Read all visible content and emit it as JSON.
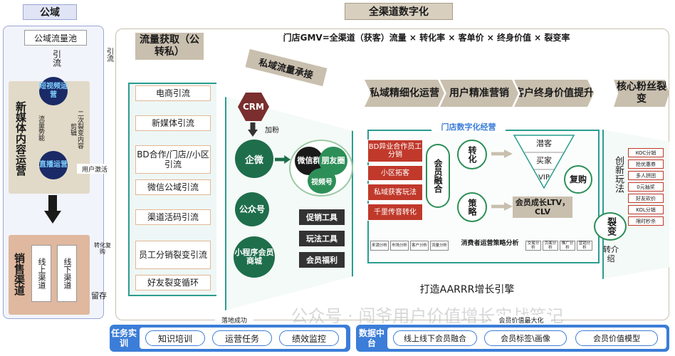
{
  "public_domain": {
    "title": "公域",
    "pool": "公域流量池",
    "yinliu": "引流",
    "short_video": "短视频运营",
    "new_media": "新媒体内容运营",
    "flow": "流量势能",
    "second_edit": "二次裂变内容剪辑",
    "live": "直播运营",
    "sales": "销售渠道",
    "online": "线上渠道",
    "offline": "线下渠道"
  },
  "header": {
    "title": "全渠道数字化",
    "formula": "门店GMV=全渠道（获客）流量 × 转化率 × 客单价 × 终身价值 × 裂变率",
    "side_yinliu": "引流"
  },
  "stages": {
    "acquire": "流量获取（公转私）",
    "private": "私域流量承接",
    "s1": "私域精细化运营",
    "s2": "用户精准营销",
    "s3": "客户终身价值提升",
    "s4": "核心粉丝裂变"
  },
  "channels": [
    "电商引流",
    "新媒体引流",
    "BD合作/门店//小区引流",
    "微信公域引流",
    "渠道活码引流",
    "员工分销裂变引流",
    "好友裂变循环"
  ],
  "arrow_labels": {
    "user_activate": "用户激活",
    "convert_buy": "转化复购",
    "retain": "留存",
    "jia_fen": "加粉"
  },
  "crm": {
    "crm": "CRM",
    "qiwei": "企微",
    "gongzhong": "公众号",
    "miniapp": "小程序会员商城",
    "wx_group": "微信群",
    "moments": "朋友圈",
    "video": "视频号"
  },
  "tools": [
    "促销工具",
    "玩法工具",
    "会员福利"
  ],
  "store": {
    "title": "门店数字化经营",
    "red": [
      "BD异业合作员工分销",
      "小区拓客",
      "私域获客玩法",
      "千里传音转化"
    ],
    "member_fusion": "会员融合",
    "convert": "转化",
    "strategy": "策略",
    "member_growth": "会员成长LTV，CLV",
    "funnel": [
      "潜客",
      "买家",
      "VIP"
    ],
    "repurchase": "复购",
    "consumer_analysis": "消费者运营策略分析",
    "small": [
      "来源分析",
      "市场分析",
      "客户分析",
      "流量分析",
      "交易分析",
      "页面分析",
      "推广分析",
      "营销分析"
    ]
  },
  "innovation": {
    "title": "创新玩法",
    "items": [
      "KOC分销",
      "抢优惠券",
      "多人拼团",
      "0元抽奖",
      "好友砍价",
      "KOL分销",
      "限时秒杀"
    ],
    "fission": "裂变",
    "referral": "转介绍"
  },
  "engine": "打造AARRR增长引擎",
  "watermark": "公众号 · 闯爷用户价值增长实战笔记",
  "footer": {
    "task": "任务实训",
    "task_items": [
      "知识培训",
      "运营任务",
      "绩效监控"
    ],
    "center": "数据中台",
    "center_items": [
      "线上线下会员融合",
      "会员标签\\画像",
      "会员价值模型"
    ],
    "left_note": "落地成功",
    "right_note": "会员价值最大化"
  }
}
